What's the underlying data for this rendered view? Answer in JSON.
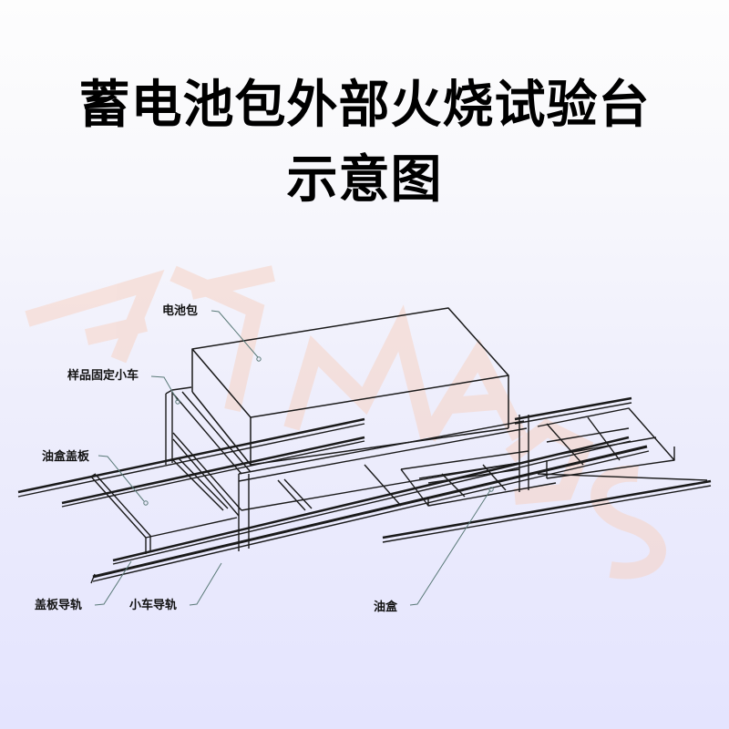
{
  "title": {
    "line1": "蓄电池包外部火烧试验台",
    "line2": "示意图"
  },
  "watermark": {
    "text": "ATMARS",
    "color": "#f5c9b8"
  },
  "labels": {
    "battery_pack": "电池包",
    "sample_cart": "样品固定小车",
    "oil_box_cover": "油盒盖板",
    "cover_rail": "盖板导轨",
    "cart_rail": "小车导轨",
    "oil_box": "油盒"
  },
  "colors": {
    "line": "#1a1a1a",
    "leader": "#5a7a78",
    "background_top": "#fdfdfd",
    "background_bottom": "#e4e4fe"
  }
}
